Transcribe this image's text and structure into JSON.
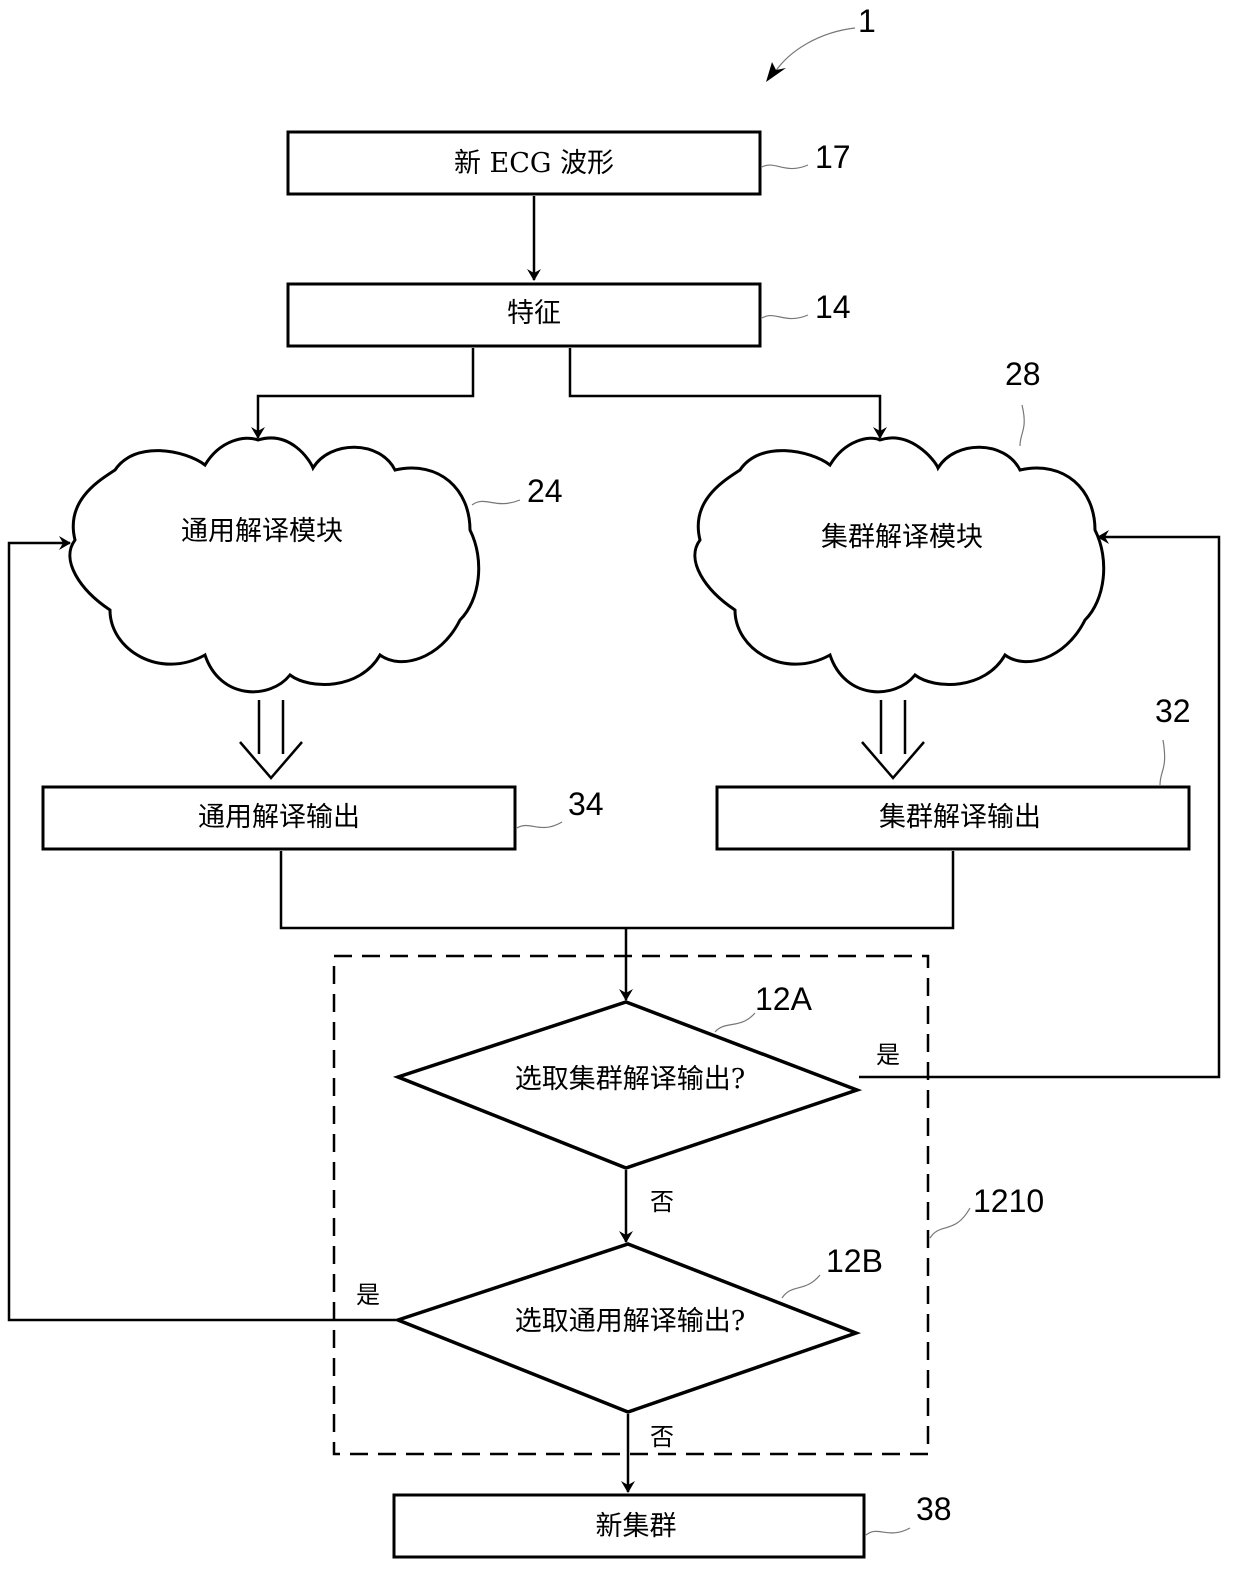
{
  "figure": {
    "ref": "1",
    "nodes": {
      "new_ecg": {
        "label": "新 ECG 波形",
        "ref": "17"
      },
      "features": {
        "label": "特征",
        "ref": "14"
      },
      "generic_module": {
        "label": "通用解译模块",
        "ref": "24"
      },
      "cluster_module": {
        "label": "集群解译模块",
        "ref": "28"
      },
      "generic_output": {
        "label": "通用解译输出",
        "ref": "34"
      },
      "cluster_output": {
        "label": "集群解译输出",
        "ref": "32"
      },
      "decision_a": {
        "label": "选取集群解译输出?",
        "ref": "12A"
      },
      "decision_b": {
        "label": "选取通用解译输出?",
        "ref": "12B"
      },
      "group": {
        "ref": "1210"
      },
      "new_cluster": {
        "label": "新集群",
        "ref": "38"
      }
    },
    "edges": {
      "a_yes": "是",
      "a_no": "否",
      "b_yes": "是",
      "b_no": "否"
    }
  }
}
